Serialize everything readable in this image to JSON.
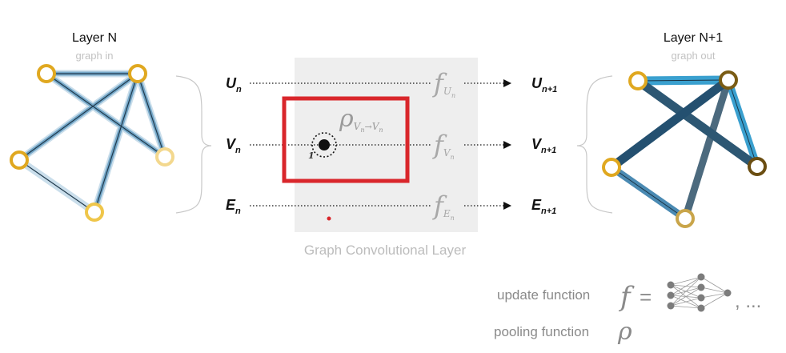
{
  "left_graph": {
    "title": "Layer N",
    "subtitle": "graph in"
  },
  "right_graph": {
    "title": "Layer N+1",
    "subtitle": "graph out"
  },
  "inputs": {
    "u": {
      "main": "U",
      "sub": "n"
    },
    "v": {
      "main": "V",
      "sub": "n"
    },
    "e": {
      "main": "E",
      "sub": "n"
    }
  },
  "outputs": {
    "u": {
      "main": "U",
      "sub": "n+1"
    },
    "v": {
      "main": "V",
      "sub": "n+1"
    },
    "e": {
      "main": "E",
      "sub": "n+1"
    }
  },
  "functions": {
    "fu": {
      "main": "f",
      "sub": "U",
      "subsub": "n"
    },
    "fv": {
      "main": "f",
      "sub": "V",
      "subsub": "n"
    },
    "fe": {
      "main": "f",
      "sub": "E",
      "subsub": "n"
    }
  },
  "pooling": {
    "symbol": "ρ",
    "sub": "V",
    "subsub1": "n",
    "arrow": "→",
    "sub2": "V",
    "subsub2": "n",
    "node_label": "1"
  },
  "layer_label": "Graph Convolutional Layer",
  "legend": {
    "update_label": "update function",
    "update_symbol": "f",
    "equals": "=",
    "ellipsis": ", ...",
    "pooling_label": "pooling function",
    "pooling_symbol": "ρ"
  },
  "colors": {
    "highlight": "#d9262b",
    "panel": "#eeeeee",
    "node_yellow": "#e0a820",
    "edge_blue": "#4a8ab3",
    "edge_dark": "#2d5773"
  }
}
